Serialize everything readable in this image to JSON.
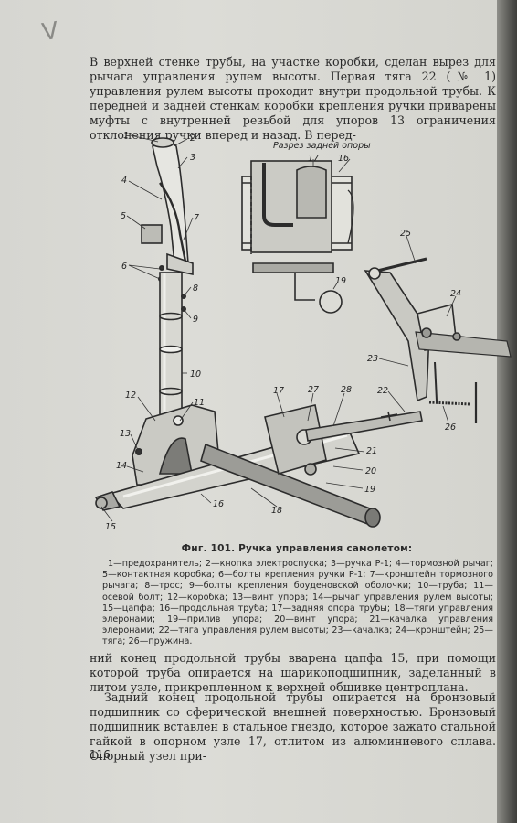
{
  "page": {
    "margin_mark": "V",
    "paragraph_top": "В верхней стенке трубы, на участке коробки, сделан вырез для рычага управления рулем высоты. Первая тяга 22 (№ 1) управления рулем высоты проходит внутри продольной трубы. К передней и задней стенкам коробки крепления ручки приварены муфты с внутренней резьбой для упоров 13 ограничения отклонения ручки вперед и назад. В перед-",
    "figure": {
      "inset_title": "Разрез задней опоры",
      "labels": {
        "l1": "1",
        "l2": "2",
        "l3": "3",
        "l4": "4",
        "l5": "5",
        "l6": "6",
        "l7": "7",
        "l8": "8",
        "l9": "9",
        "l10": "10",
        "l11": "11",
        "l12": "12",
        "l13": "13",
        "l14": "14",
        "l15": "15",
        "l16": "16",
        "l16b": "16",
        "l17": "17",
        "l17b": "17",
        "l18": "18",
        "l19": "19",
        "l19b": "19",
        "l20": "20",
        "l21": "21",
        "l22": "22",
        "l23": "23",
        "l24": "24",
        "l25": "25",
        "l26": "26",
        "l27": "27",
        "l28": "28"
      }
    },
    "caption": "Фиг. 101. Ручка управления самолетом:",
    "legend": "1—предохранитель; 2—кнопка электроспуска; 3—ручка Р-1; 4—тормозной рычаг; 5—контактная коробка; 6—болты крепления ручки Р-1; 7—кронштейн тормозного рычага; 8—трос; 9—болты крепления боуденовской оболочки; 10—труба; 11—осевой болт; 12—коробка; 13—винт упора; 14—рычаг управления рулем высоты; 15—цапфа; 16—продольная труба; 17—задняя опора трубы; 18—тяги управления элеронами; 19—прилив упора; 20—винт упора; 21—качалка управления элеронами; 22—тяга управления рулем высоты; 23—качалка; 24—кронштейн; 25—тяга; 26—пружина.",
    "paragraph_middle": "ний конец продольной трубы вварена цапфа 15, при помощи которой труба опирается на шарикоподшипник, заделанный в литом узле, прикрепленном к верхней обшивке центроплана.",
    "paragraph_bottom": "Задний конец продольной трубы опирается на бронзовый подшипник со сферической внешней поверхностью. Бронзовый подшипник вставлен в стальное гнездо, которое зажато стальной гайкой в опорном узле 17, отлитом из алюминиевого сплава. Опорный узел при-",
    "page_number": "116"
  }
}
